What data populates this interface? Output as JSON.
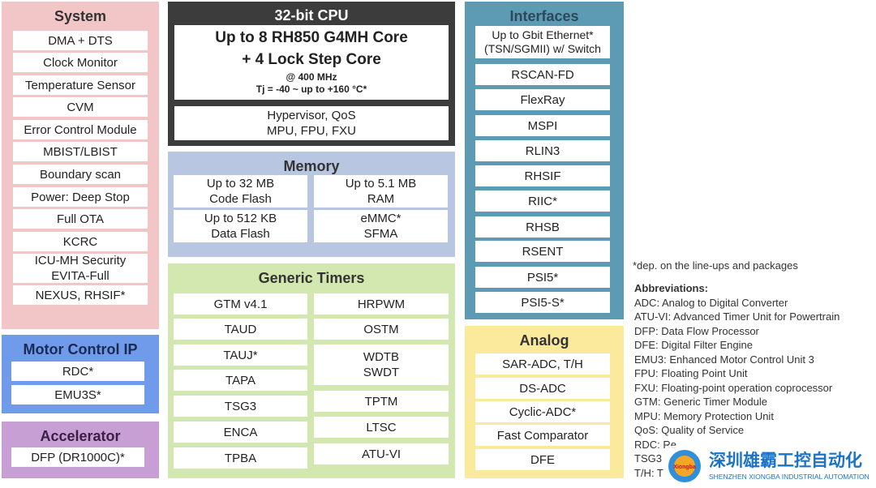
{
  "system": {
    "title": "System",
    "items": [
      "DMA + DTS",
      "Clock Monitor",
      "Temperature Sensor",
      "CVM",
      "Error Control Module",
      "MBIST/LBIST",
      "Boundary scan",
      "Power: Deep Stop",
      "Full OTA",
      "KCRC",
      "ICU-MH Security\nEVITA-Full",
      "NEXUS, RHSIF*"
    ]
  },
  "motor": {
    "title": "Motor Control IP",
    "items": [
      "RDC*",
      "EMU3S*"
    ]
  },
  "accelerator": {
    "title": "Accelerator",
    "items": [
      "DFP (DR1000C)*"
    ]
  },
  "cpu": {
    "title": "32-bit CPU",
    "core_line1": "Up to 8 RH850 G4MH Core",
    "core_line2": "+ 4 Lock Step Core",
    "freq": "@ 400 MHz",
    "tj": "Tj = -40 ~  up to +160 °C*",
    "hyp": "Hypervisor, QoS\nMPU, FPU, FXU"
  },
  "memory": {
    "title": "Memory",
    "items": [
      "Up to 32 MB\nCode Flash",
      "Up to 5.1 MB\nRAM",
      "Up to 512 KB\nData Flash",
      "eMMC*\nSFMA"
    ]
  },
  "timers": {
    "title": "Generic Timers",
    "left": [
      "GTM v4.1",
      "TAUD",
      "TAUJ*",
      "TAPA",
      "TSG3",
      "ENCA",
      "TPBA"
    ],
    "right": [
      "HRPWM",
      "OSTM",
      "WDTB\nSWDT",
      "TPTM",
      "LTSC",
      "ATU-VI"
    ]
  },
  "interfaces": {
    "title": "Interfaces",
    "items": [
      "Up to Gbit Ethernet*\n(TSN/SGMII) w/ Switch",
      "RSCAN-FD",
      "FlexRay",
      "MSPI",
      "RLIN3",
      "RHSIF",
      "RIIC*",
      "RHSB",
      "RSENT",
      "PSI5*",
      "PSI5-S*"
    ]
  },
  "analog": {
    "title": "Analog",
    "items": [
      "SAR-ADC, T/H",
      "DS-ADC",
      "Cyclic-ADC*",
      "Fast Comparator",
      "DFE"
    ]
  },
  "note": "*dep. on the line-ups  and packages",
  "abbreviations": {
    "title": "Abbreviations:",
    "items": [
      "ADC: Analog to Digital Converter",
      "ATU-VI: Advanced Timer Unit for Powertrain",
      "DFP: Data Flow Processor",
      "DFE: Digital Filter Engine",
      "EMU3: Enhanced  Motor Control Unit 3",
      "FPU: Floating Point Unit",
      "FXU: Floating-point  operation coprocessor",
      "GTM: Generic Timer Module",
      "MPU: Memory Protection Unit",
      "QoS: Quality of Service",
      "RDC: Re",
      "TSG3",
      "T/H: T"
    ]
  },
  "watermark": {
    "name": "深圳雄霸工控自动化",
    "sub": "SHENZHEN XIONGBA INDUSTRIAL AUTOMATION",
    "logo_text": "Xiongba"
  }
}
